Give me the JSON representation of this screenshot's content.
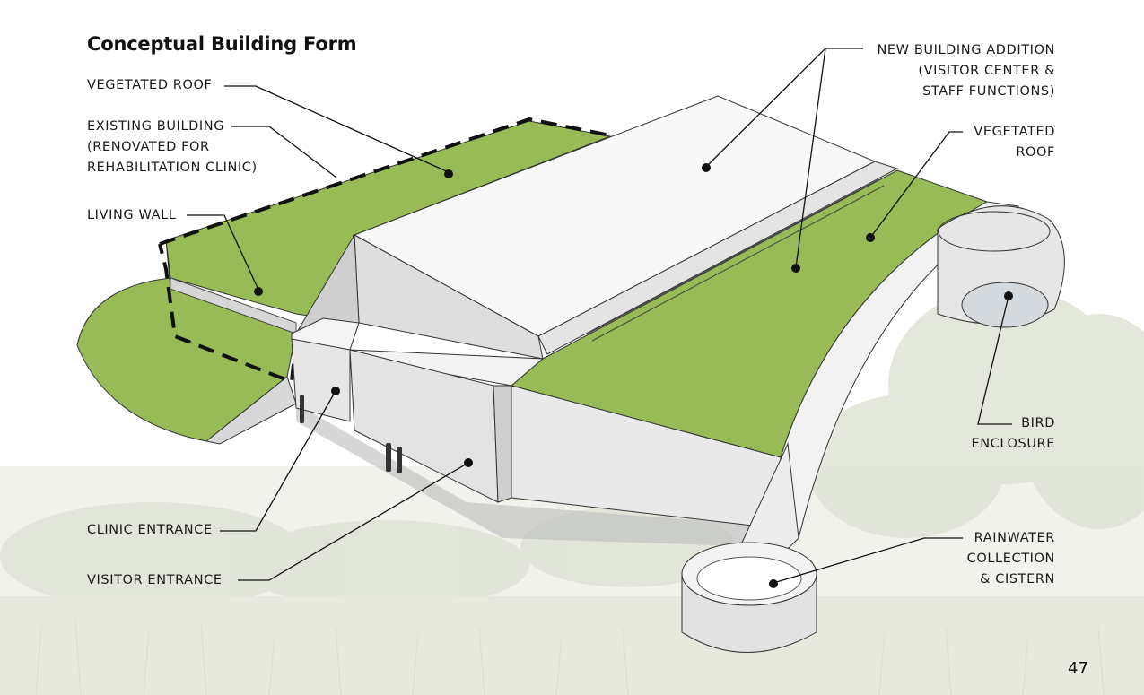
{
  "title": "Conceptual Building Form",
  "labels": {
    "vegetated_roof_left": "VEGETATED ROOF",
    "existing_building": [
      "EXISTING BUILDING",
      "(RENOVATED FOR",
      "REHABILITATION CLINIC)"
    ],
    "living_wall": "LIVING WALL",
    "clinic_entrance": "CLINIC ENTRANCE",
    "visitor_entrance": "VISITOR ENTRANCE",
    "new_building_addition": [
      "NEW BUILDING ADDITION",
      "(VISITOR CENTER &",
      "STAFF FUNCTIONS)"
    ],
    "vegetated_roof_right": [
      "VEGETATED",
      "ROOF"
    ],
    "bird_enclosure": [
      "BIRD",
      "ENCLOSURE"
    ],
    "rainwater": [
      "RAINWATER",
      "COLLECTION",
      "& CISTERN"
    ]
  },
  "page_number": "47",
  "colors": {
    "roof_green": "#98bb57",
    "wall_light": "#ececec",
    "wall_shade": "#c9c9c9",
    "roof_white": "#f7f7f7",
    "ink": "#111111"
  }
}
